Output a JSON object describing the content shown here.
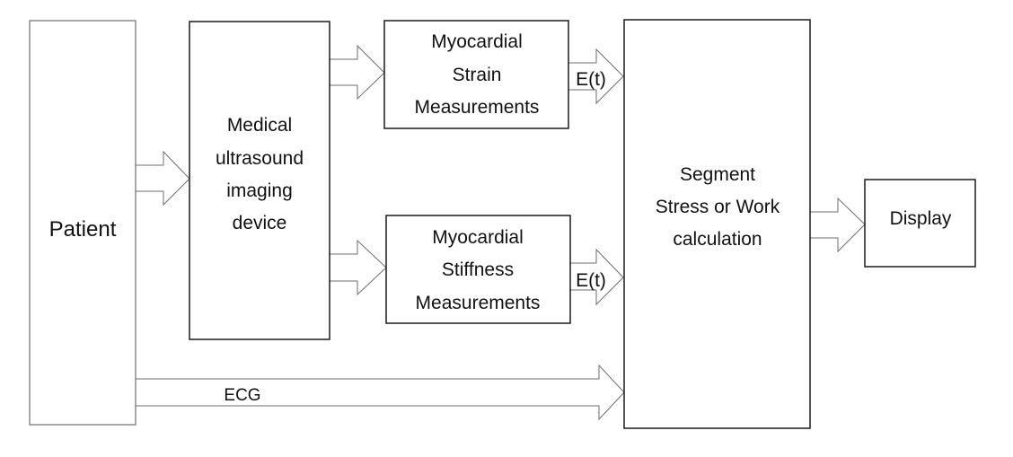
{
  "diagram": {
    "nodes": {
      "patient": {
        "label": "Patient"
      },
      "imaging_device": {
        "lines": [
          "Medical",
          "ultrasound",
          "imaging",
          "device"
        ]
      },
      "strain": {
        "lines": [
          "Myocardial",
          "Strain",
          "Measurements"
        ]
      },
      "stiffness": {
        "lines": [
          "Myocardial",
          "Stiffness",
          "Measurements"
        ]
      },
      "calculation": {
        "lines": [
          "Segment",
          "Stress or Work",
          "calculation"
        ]
      },
      "display": {
        "label": "Display"
      }
    },
    "edges": {
      "patient_to_device": {
        "label": ""
      },
      "device_to_strain": {
        "label": ""
      },
      "device_to_stiffness": {
        "label": ""
      },
      "strain_to_calc": {
        "label": "E(t)"
      },
      "stiffness_to_calc": {
        "label": "E(t)"
      },
      "patient_to_calc": {
        "label": "ECG"
      },
      "calc_to_display": {
        "label": ""
      }
    }
  }
}
